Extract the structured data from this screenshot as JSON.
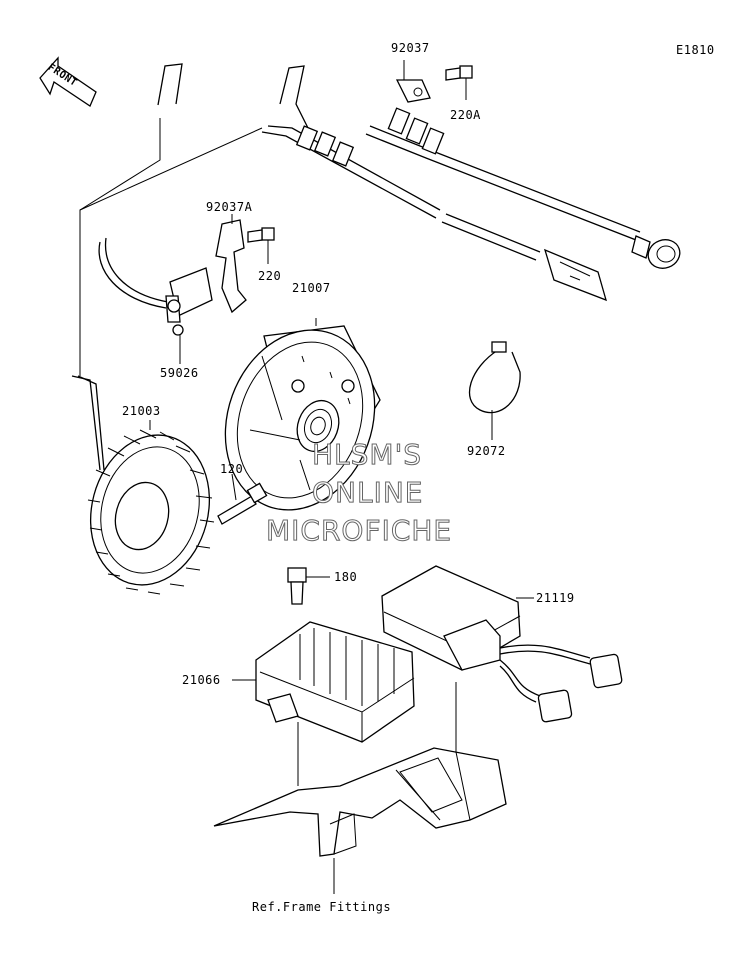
{
  "diagram_code": "E1810",
  "front_label": "FRONT",
  "parts": {
    "p92037": "92037",
    "p220A": "220A",
    "p92037A": "92037A",
    "p220": "220",
    "p21007": "21007",
    "p59026": "59026",
    "p21003": "21003",
    "p120": "120",
    "p92072": "92072",
    "p180": "180",
    "p21119": "21119",
    "p21066": "21066"
  },
  "watermark": [
    "HLSM'S",
    "ONLINE",
    "MICROFICHE"
  ],
  "footer_note": "Ref.Frame Fittings"
}
